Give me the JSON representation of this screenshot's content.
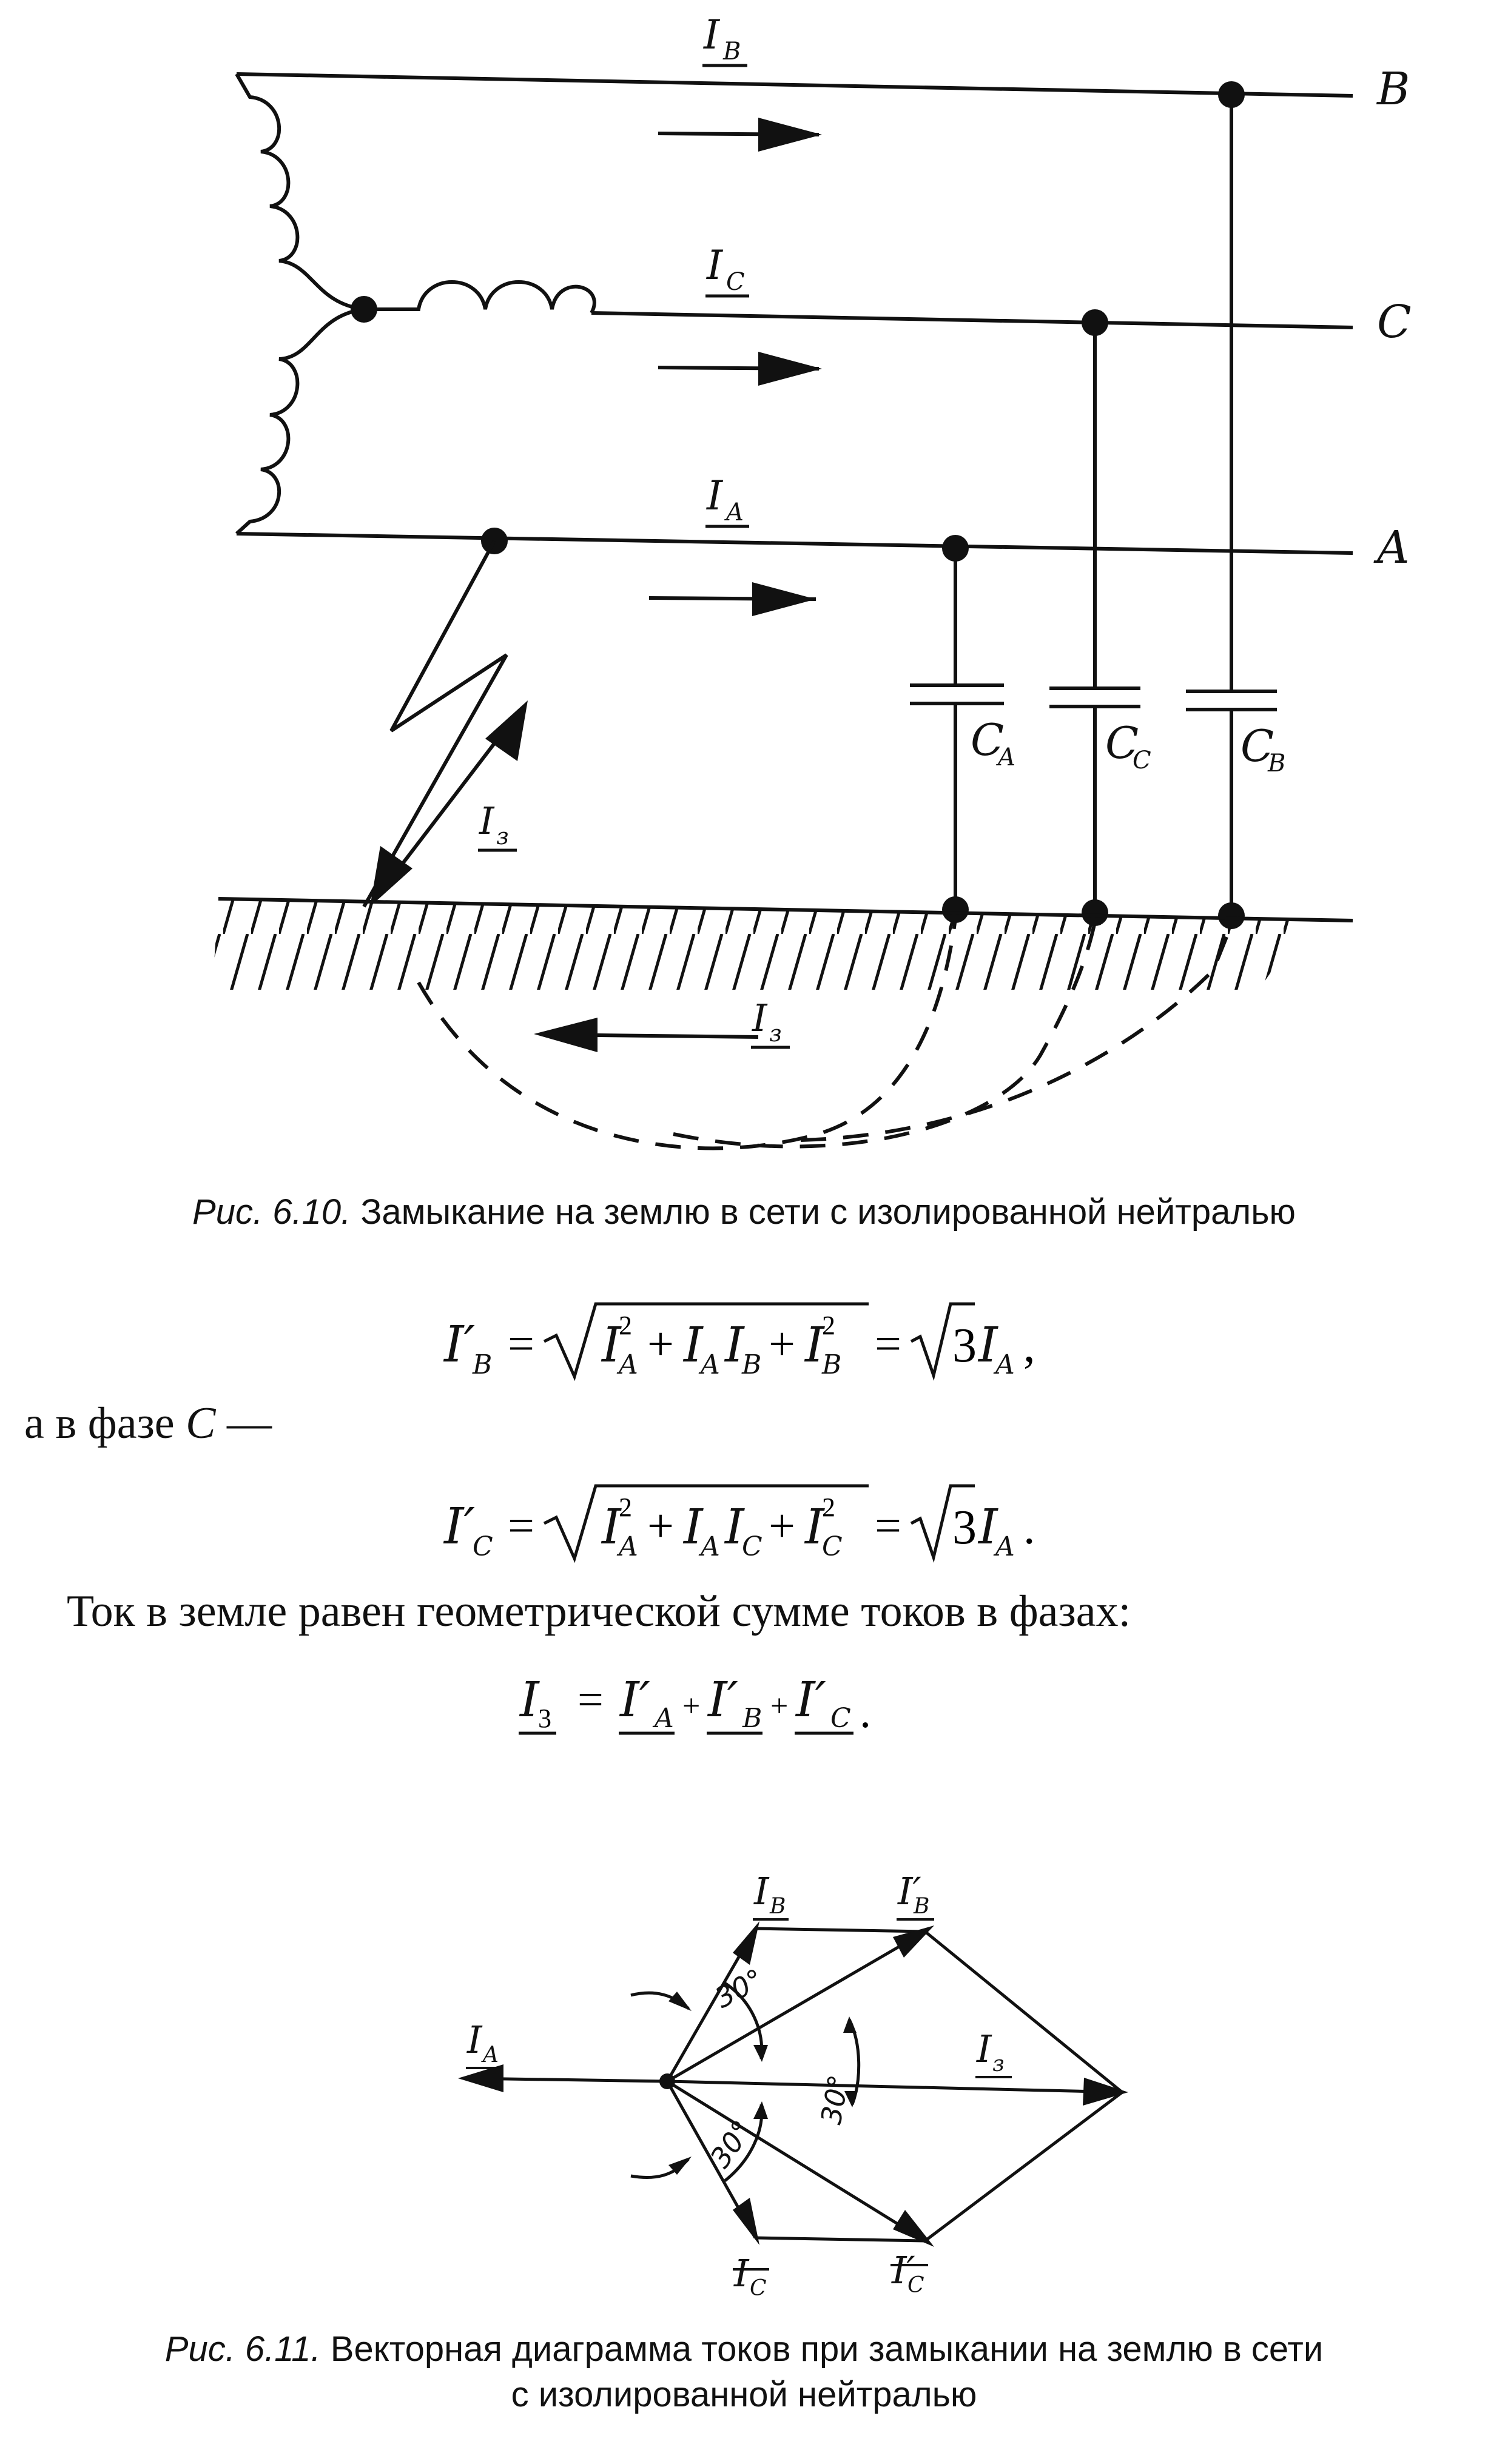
{
  "figure1": {
    "phase_labels": [
      "B",
      "C",
      "A"
    ],
    "current_labels": {
      "IB": "B",
      "IC": "C",
      "IA": "A",
      "I3": "з"
    },
    "cap_labels": [
      {
        "main": "C",
        "sub": "A"
      },
      {
        "main": "C",
        "sub": "C"
      },
      {
        "main": "C",
        "sub": "B"
      }
    ],
    "current_main": "I",
    "caption_num": "Рис. 6.10.",
    "caption_text": "Замыкание на землю в сети с изолированной нейтралью"
  },
  "equations": {
    "eq1": {
      "lhs": "I′",
      "lhs_sub": "B",
      "under_root": "I²A + IA IB + I²B",
      "rhs": "√3 IA"
    },
    "eq2": {
      "lhs": "I′",
      "lhs_sub": "C",
      "under_root": "I²A + IA IC + I²C",
      "rhs": "√3 IA"
    },
    "eq3": {
      "lhs": "I3",
      "rhs": "I′A + I′B + I′C"
    }
  },
  "text": {
    "phase_c_intro_prefix": "а в фазе ",
    "phase_c_intro_var": "C",
    "phase_c_intro_suffix": " —",
    "ground_current_sentence": "Ток в земле равен геометрической сумме токов в фазах:"
  },
  "figure2": {
    "vector_labels": {
      "IA": "A",
      "IB": "B",
      "IBp": "B",
      "IC": "C",
      "ICp": "C",
      "I3": "з"
    },
    "angle_label": "30°",
    "caption_num": "Рис. 6.11.",
    "caption_line1": "Векторная диаграмма токов при замыкании на землю в сети",
    "caption_line2": "с изолированной нейтралью"
  }
}
